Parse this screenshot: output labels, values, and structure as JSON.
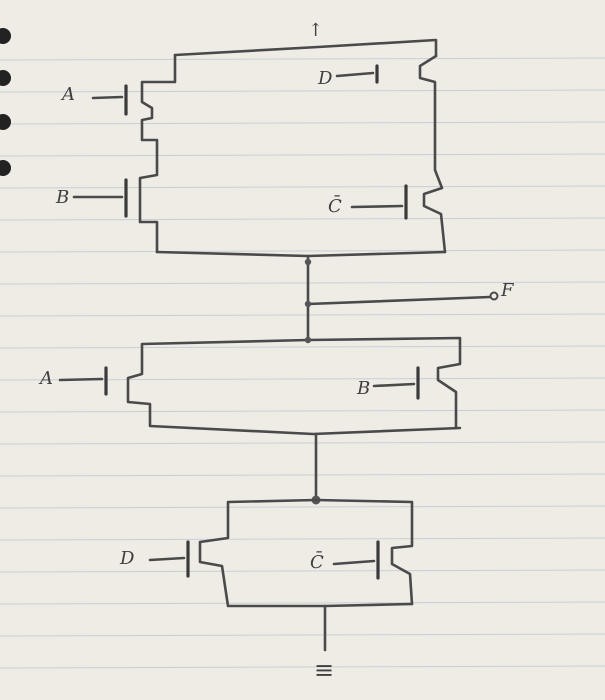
{
  "labels": {
    "vdd": "↑",
    "pull_up": {
      "a": "A",
      "b": "B",
      "d": "D",
      "c_bar": "C̄"
    },
    "output": "F",
    "pull_down": {
      "a": "A",
      "b": "B",
      "d": "D",
      "c_bar": "C̄"
    },
    "ground": "≡"
  }
}
